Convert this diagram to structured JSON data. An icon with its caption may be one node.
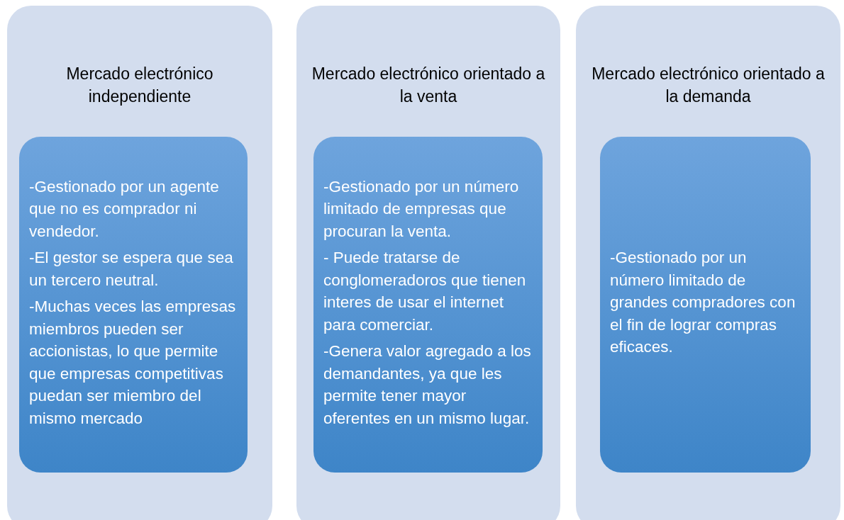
{
  "diagram": {
    "nodes": [
      {
        "text": [
          "Mercado electrónico independiente"
        ]
      },
      {
        "text": [
          "-Gestionado por un agente que no es comprador ni vendedor.",
          "-El gestor se espera que sea un tercero neutral.",
          "-Muchas veces las empresas miembros pueden ser accionistas, lo que permite que empresas competitivas puedan ser miembro del mismo mercado"
        ],
        "in": 0
      },
      {
        "text": [
          "Mercado electrónico orientado a la venta"
        ]
      },
      {
        "text": [
          "-Gestionado por un número limitado de empresas que procuran la venta.",
          "- Puede tratarse de conglomeradoros que tienen interes de usar el internet para comerciar.",
          "-Genera valor agregado a los demandantes, ya que les permite tener mayor oferentes en un mismo lugar."
        ],
        "in": 2
      },
      {
        "text": [
          "Mercado electrónico orientado a la demanda"
        ]
      },
      {
        "text": [
          "-Gestionado por un número limitado de grandes compradores con el fin de lograr compras eficaces."
        ],
        "in": 4
      }
    ]
  }
}
